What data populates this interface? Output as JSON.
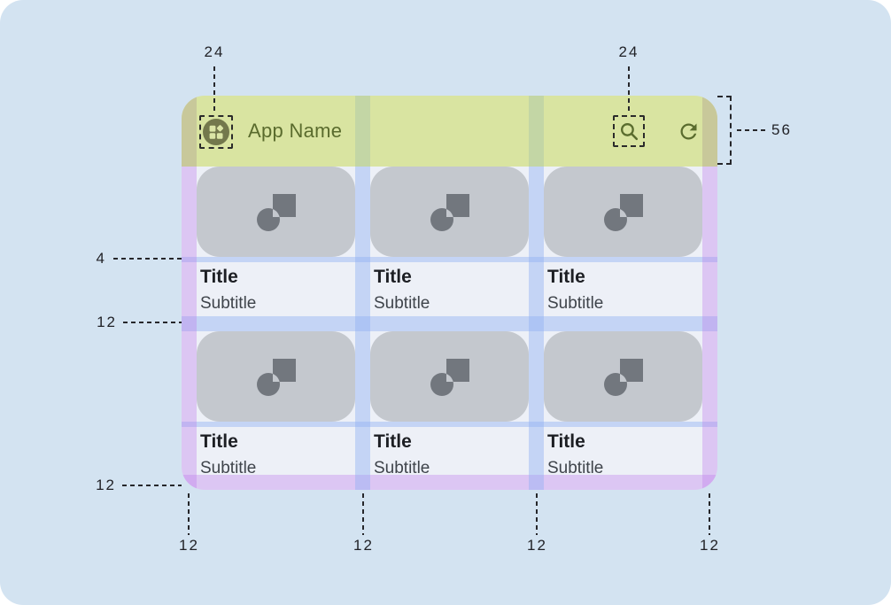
{
  "appbar": {
    "title": "App Name",
    "leading_icon": "apps-grid",
    "action_icons": [
      "search",
      "refresh"
    ]
  },
  "cards": [
    {
      "title": "Title",
      "subtitle": "Subtitle"
    },
    {
      "title": "Title",
      "subtitle": "Subtitle"
    },
    {
      "title": "Title",
      "subtitle": "Subtitle"
    },
    {
      "title": "Title",
      "subtitle": "Subtitle"
    },
    {
      "title": "Title",
      "subtitle": "Subtitle"
    },
    {
      "title": "Title",
      "subtitle": "Subtitle"
    }
  ],
  "measurements": {
    "top_left_icon": "24",
    "top_right_icon": "24",
    "appbar_height": "56",
    "image_text_gap": "4",
    "row_gap": "12",
    "bottom_margin": "12",
    "bottom_labels": [
      "12",
      "12",
      "12",
      "12"
    ]
  },
  "colors": {
    "page_background": "#d3e3f1",
    "appbar_green": "#d9e4a1",
    "olive_icon": "#5a6c2e",
    "content_background": "#edf0f7",
    "card_image_gray": "#c4c8ce",
    "placeholder_glyph_gray": "#72777e",
    "margin_overlay_purple": "#ddc9f3",
    "gutter_overlay_blue": "#c5d4f5",
    "annotation_ink": "#212227"
  }
}
